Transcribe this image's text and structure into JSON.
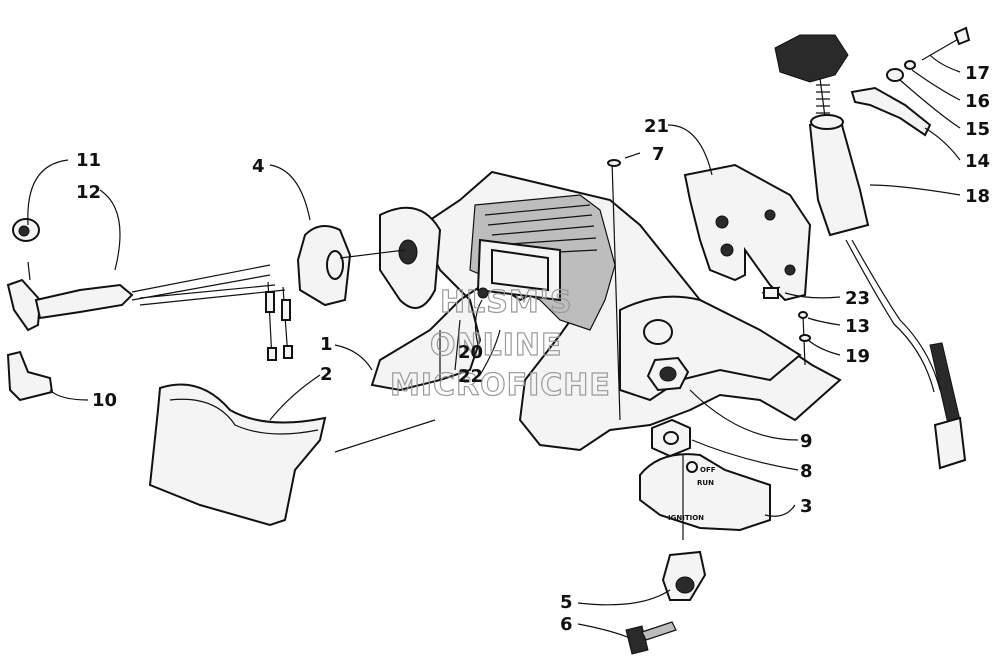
{
  "callouts": [
    "1",
    "2",
    "3",
    "4",
    "5",
    "6",
    "7",
    "8",
    "9",
    "10",
    "11",
    "12",
    "13",
    "14",
    "15",
    "16",
    "17",
    "18",
    "19",
    "20",
    "21",
    "22",
    "23"
  ],
  "watermark": {
    "line1": "HLSM'S",
    "line2": "ONLINE",
    "line3": "MICROFICHE"
  },
  "switch_plate": {
    "off": "OFF",
    "run": "RUN",
    "ignition": "IGNITION"
  }
}
